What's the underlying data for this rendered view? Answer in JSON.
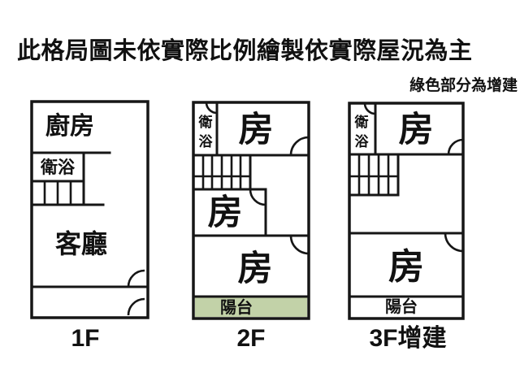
{
  "title": "此格局圖未依實際比例繪製依實際屋況為主",
  "legend_note": "綠色部分為增建",
  "colors": {
    "addition_green": "#c2d2a8",
    "wall": "#161616",
    "background": "#ffffff"
  },
  "floors": [
    {
      "label": "1F",
      "rooms": {
        "kitchen": "廚房",
        "bathroom": "衛浴",
        "living": "客廳"
      }
    },
    {
      "label": "2F",
      "rooms": {
        "bathroom": [
          "衛",
          "浴"
        ],
        "room_top": "房",
        "room_middle": "房",
        "room_bottom": "房",
        "balcony": "陽台"
      }
    },
    {
      "label": "3F增建",
      "rooms": {
        "bathroom": [
          "衛",
          "浴"
        ],
        "room_top": "房",
        "room_bottom": "房",
        "balcony": "陽台"
      }
    }
  ]
}
